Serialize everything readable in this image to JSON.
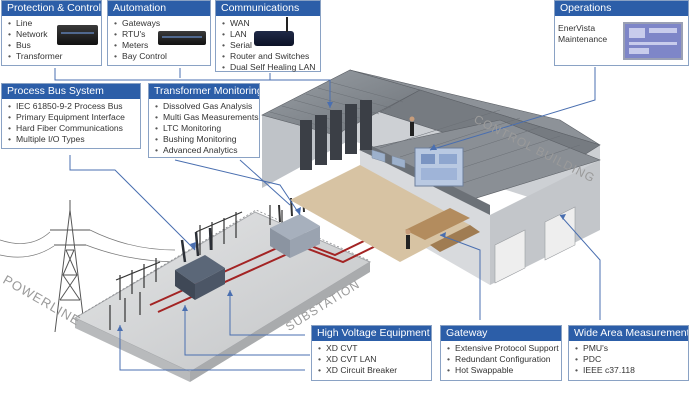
{
  "boxes": {
    "protection": {
      "title": "Protection & Control",
      "items": [
        "Line",
        "Network",
        "Bus",
        "Transformer"
      ]
    },
    "automation": {
      "title": "Automation",
      "items": [
        "Gateways",
        "RTU's",
        "Meters",
        "Bay Control"
      ]
    },
    "communications": {
      "title": "Communications",
      "items": [
        "WAN",
        "LAN",
        "Serial",
        "Router and Switches",
        "Dual Self Healing LAN"
      ]
    },
    "operations": {
      "title": "Operations",
      "lines": [
        "EnerVista",
        "Maintenance"
      ]
    },
    "process_bus": {
      "title": "Process Bus System",
      "items": [
        "IEC 61850-9-2 Process Bus",
        "Primary Equipment Interface",
        "Hard Fiber Communications",
        "Multiple I/O Types"
      ]
    },
    "transformer": {
      "title": "Transformer Monitoring",
      "items": [
        "Dissolved Gas Analysis",
        "Multi Gas Measurements",
        "LTC Monitoring",
        "Bushing Monitoring",
        "Advanced Analytics"
      ]
    },
    "high_voltage": {
      "title": "High Voltage Equipment",
      "items": [
        "XD CVT",
        "XD CVT LAN",
        "XD Circuit Breaker"
      ]
    },
    "gateway": {
      "title": "Gateway",
      "items": [
        "Extensive Protocol Support",
        "Redundant  Configuration",
        "Hot Swappable"
      ]
    },
    "wide_area": {
      "title": "Wide Area Measurement",
      "items": [
        "PMU's",
        "PDC",
        "IEEE c37.118"
      ]
    }
  },
  "labels": {
    "control_building": "CONTROL BUILDING",
    "powerline": "POWERLINE",
    "substation": "SUBSTATION"
  },
  "colors": {
    "header_blue": "#2c5ea8",
    "box_border": "#8aa2c4",
    "connector": "#4a6fb0",
    "roof": "#7d8288",
    "wall": "#c9ccd0",
    "ground": "#cfd0d2",
    "cable_red": "#a32424",
    "label_gray": "#9a9a9a"
  }
}
